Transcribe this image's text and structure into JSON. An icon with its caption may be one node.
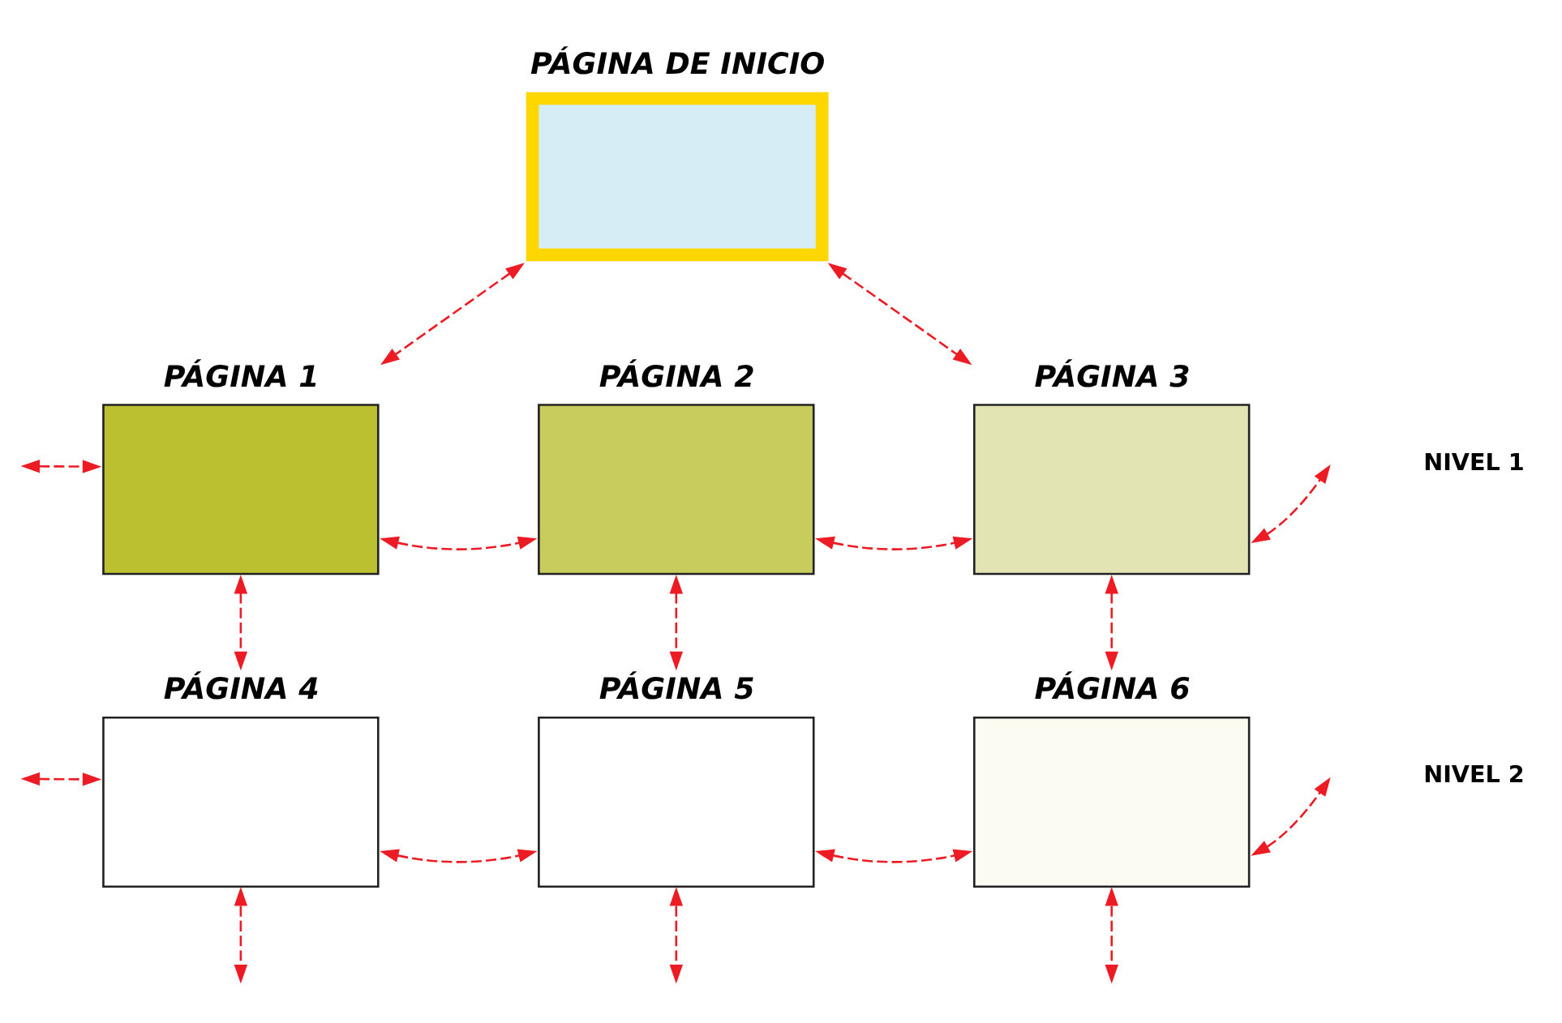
{
  "diagram": {
    "nodes": [
      {
        "text": [
          "PÁGINA DE INICIO"
        ]
      },
      {
        "text": [
          "PÁGINA 1"
        ]
      },
      {
        "text": [
          "PÁGINA 2"
        ]
      },
      {
        "text": [
          "PÁGINA 3"
        ]
      },
      {
        "text": [
          "PÁGINA 4"
        ]
      },
      {
        "text": [
          "PÁGINA 5"
        ]
      },
      {
        "text": [
          "PÁGINA 6"
        ]
      }
    ],
    "edges": [
      {
        "from": 0,
        "to": 1,
        "arrow": "both",
        "style": "dashed",
        "color": "#ed1c24"
      },
      {
        "from": 0,
        "to": 3,
        "arrow": "both",
        "style": "dashed",
        "color": "#ed1c24"
      },
      {
        "from": null,
        "to": 1,
        "arrow": "both",
        "style": "dashed",
        "color": "#ed1c24"
      },
      {
        "from": 1,
        "to": 2,
        "arrow": "both",
        "style": "dashed",
        "color": "#ed1c24"
      },
      {
        "from": 2,
        "to": 3,
        "arrow": "both",
        "style": "dashed",
        "color": "#ed1c24"
      },
      {
        "from": 3,
        "to": null,
        "arrow": "both",
        "style": "dashed",
        "color": "#ed1c24"
      },
      {
        "from": 1,
        "to": 4,
        "arrow": "both",
        "style": "dashed",
        "color": "#ed1c24"
      },
      {
        "from": 2,
        "to": 5,
        "arrow": "both",
        "style": "dashed",
        "color": "#ed1c24"
      },
      {
        "from": 3,
        "to": 6,
        "arrow": "both",
        "style": "dashed",
        "color": "#ed1c24"
      },
      {
        "from": null,
        "to": 4,
        "arrow": "both",
        "style": "dashed",
        "color": "#ed1c24"
      },
      {
        "from": 4,
        "to": 5,
        "arrow": "both",
        "style": "dashed",
        "color": "#ed1c24"
      },
      {
        "from": 5,
        "to": 6,
        "arrow": "both",
        "style": "dashed",
        "color": "#ed1c24"
      },
      {
        "from": 6,
        "to": null,
        "arrow": "both",
        "style": "dashed",
        "color": "#ed1c24"
      },
      {
        "from": 4,
        "to": null,
        "arrow": "both",
        "style": "dashed",
        "color": "#ed1c24"
      },
      {
        "from": 5,
        "to": null,
        "arrow": "both",
        "style": "dashed",
        "color": "#ed1c24"
      },
      {
        "from": 6,
        "to": null,
        "arrow": "both",
        "style": "dashed",
        "color": "#ed1c24"
      }
    ],
    "labels": [
      "NIVEL 1",
      "NIVEL 2"
    ]
  }
}
